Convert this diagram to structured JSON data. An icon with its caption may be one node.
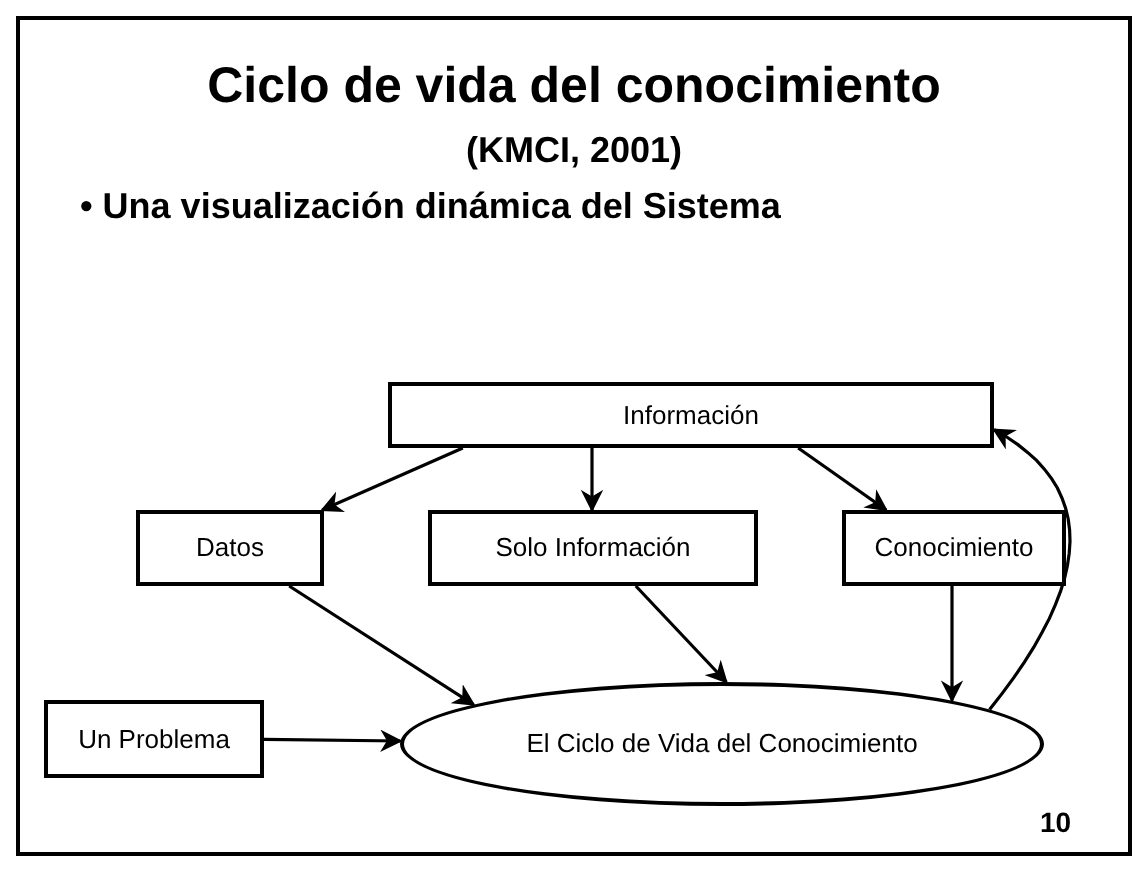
{
  "diagram": {
    "title": "Ciclo de vida del conocimiento",
    "nodes": [
      {
        "text": [
          "Información"
        ]
      },
      {
        "text": [
          "Datos"
        ]
      },
      {
        "text": [
          "Solo Información"
        ]
      },
      {
        "text": [
          "Conocimiento"
        ]
      },
      {
        "text": [
          "Un Problema"
        ]
      },
      {
        "text": [
          "El Ciclo de Vida del Conocimiento"
        ]
      }
    ],
    "edges": [
      {
        "from": 0,
        "to": 1,
        "arrow": "to"
      },
      {
        "from": 0,
        "to": 2,
        "arrow": "to"
      },
      {
        "from": 0,
        "to": 3,
        "arrow": "to"
      },
      {
        "from": 1,
        "to": 5,
        "arrow": "to"
      },
      {
        "from": 2,
        "to": 5,
        "arrow": "to"
      },
      {
        "from": 3,
        "to": 5,
        "arrow": "to"
      },
      {
        "from": 4,
        "to": 5,
        "arrow": "to"
      },
      {
        "from": 5,
        "to": 0,
        "arrow": "to"
      }
    ],
    "labels": [
      "(KMCI, 2001)",
      "• Una visualización dinámica del Sistema",
      "10"
    ]
  }
}
